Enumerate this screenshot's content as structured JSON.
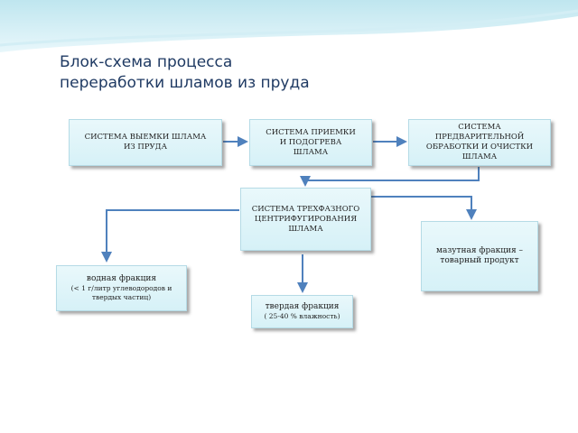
{
  "title": {
    "line1": "Блок-схема процесса",
    "line2": "переработки шламов из пруда"
  },
  "boxes": {
    "extraction": {
      "line1": "СИСТЕМА ВЫЕМКИ ШЛАМА",
      "line2": "ИЗ ПРУДА"
    },
    "receiving": {
      "line1": "СИСТЕМА ПРИЕМКИ",
      "line2": "И ПОДОГРЕВА",
      "line3": "ШЛАМА"
    },
    "pretreatment": {
      "line1": "СИСТЕМА",
      "line2": "ПРЕДВАРИТЕЛЬНОЙ",
      "line3": "ОБРАБОТКИ И ОЧИСТКИ",
      "line4": "ШЛАМА"
    },
    "centrifuge": {
      "line1": "СИСТЕМА ТРЕХФАЗНОГО",
      "line2": "ЦЕНТРИФУГИРОВАНИЯ",
      "line3": "ШЛАМА"
    },
    "water": {
      "line1": "водная фракция",
      "line2": "(< 1 г/литр углеводородов и",
      "line3": "твердых частиц)"
    },
    "solid": {
      "line1": "твердая фракция",
      "line2": "( 25-40 % влажность)"
    },
    "oil": {
      "line1": "мазутная фракция –",
      "line2": "товарный продукт"
    }
  },
  "colors": {
    "arrow": "#4f81bd",
    "box_border": "#b5dbe6",
    "title": "#1f3a63"
  }
}
